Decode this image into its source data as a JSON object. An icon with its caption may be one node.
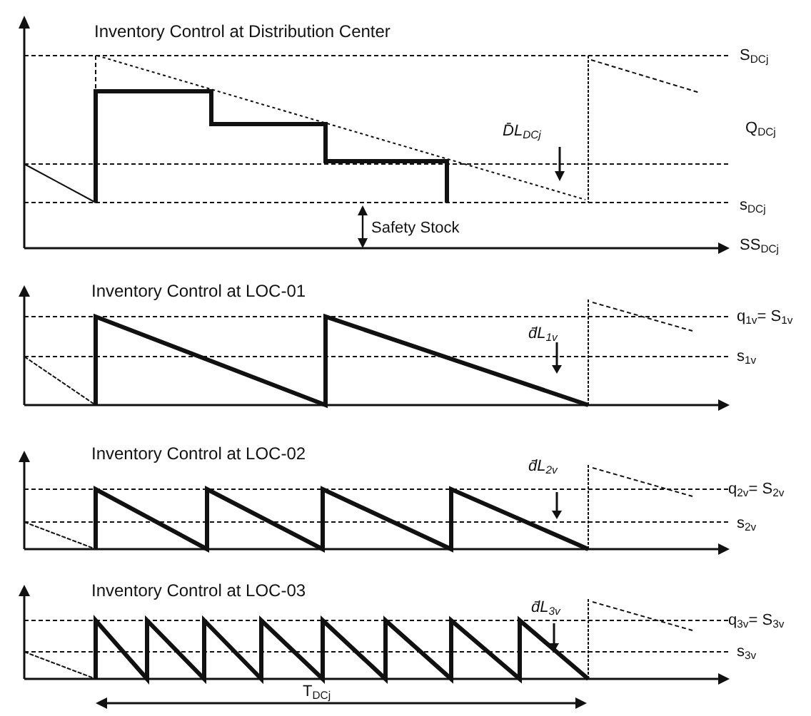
{
  "diagram": {
    "labels": [
      "Inventory Control at Distribution Center",
      "S$_{DCj}$",
      "Q$_{DCj}$",
      "D̄L$_{DCj}$",
      "s$_{DCj}$",
      "Safety Stock",
      "SS$_{DCj}$",
      "Inventory Control at LOC-01",
      "q$_{1v}$= S$_{1v}$",
      "d̄L$_{1v}$",
      "s$_{1v}$",
      "Inventory Control at LOC-02",
      "d̄L$_{2v}$",
      "q$_{2v}$= S$_{2v}$",
      "s$_{2v}$",
      "Inventory Control at LOC-03",
      "d̄L$_{3v}$",
      "q$_{3v}$= S$_{3v}$",
      "s$_{3v}$",
      "T$_{DCj}$"
    ]
  }
}
